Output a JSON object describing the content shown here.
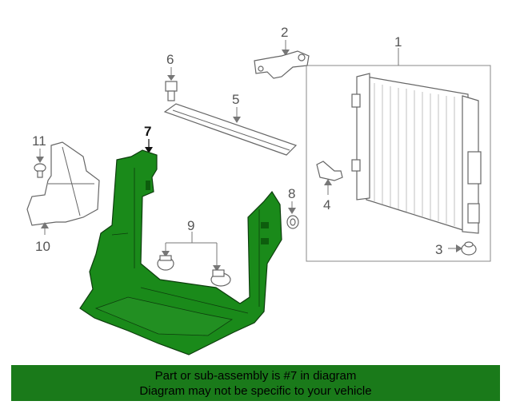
{
  "callouts": {
    "c1": "1",
    "c2": "2",
    "c3": "3",
    "c4": "4",
    "c5": "5",
    "c6": "6",
    "c7": "7",
    "c8": "8",
    "c9": "9",
    "c10": "10",
    "c11": "11"
  },
  "highlight_part": "7",
  "colors": {
    "highlight": "#1a8a1a",
    "banner": "#1a7a1a",
    "line_art": "#666666"
  },
  "banner": {
    "line1": "Part or sub-assembly is #7 in diagram",
    "line2": "Diagram may not be specific to your vehicle"
  }
}
